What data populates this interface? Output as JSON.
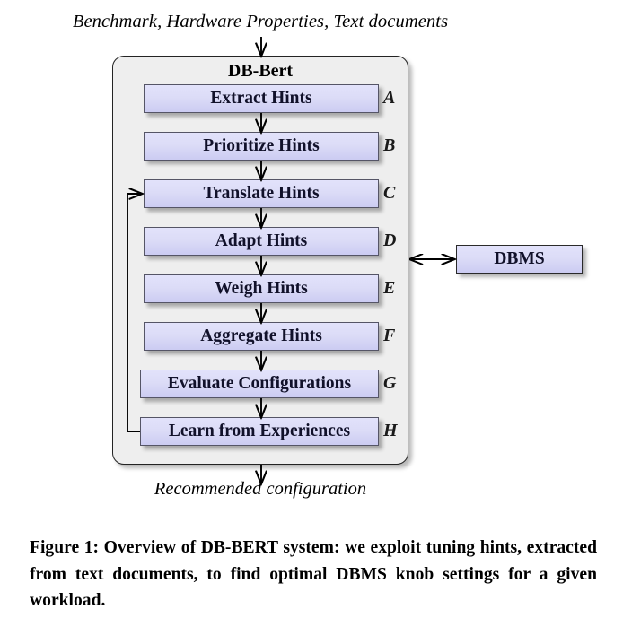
{
  "figure": {
    "input_label": "Benchmark, Hardware Properties, Text documents",
    "output_label": "Recommended configuration",
    "panel_title": "DB-Bert",
    "external": {
      "dbms_label": "DBMS"
    },
    "steps": [
      {
        "letter": "A",
        "label": "Extract Hints"
      },
      {
        "letter": "B",
        "label": "Prioritize Hints"
      },
      {
        "letter": "C",
        "label": "Translate Hints"
      },
      {
        "letter": "D",
        "label": "Adapt Hints"
      },
      {
        "letter": "E",
        "label": "Weigh Hints"
      },
      {
        "letter": "F",
        "label": "Aggregate Hints"
      },
      {
        "letter": "G",
        "label": "Evaluate Configurations"
      },
      {
        "letter": "H",
        "label": "Learn from Experiences"
      }
    ],
    "colors": {
      "box_fill_top": "#e2e2fb",
      "box_fill_bottom": "#ccccf2",
      "box_border": "#555566",
      "panel_fill": "#eeeeee",
      "panel_border": "#232323",
      "arrow": "#000000"
    }
  },
  "caption": {
    "text": "Figure 1: Overview of DB-BERT system: we exploit tuning hints, extracted from text documents, to find optimal DBMS knob settings for a given workload."
  }
}
